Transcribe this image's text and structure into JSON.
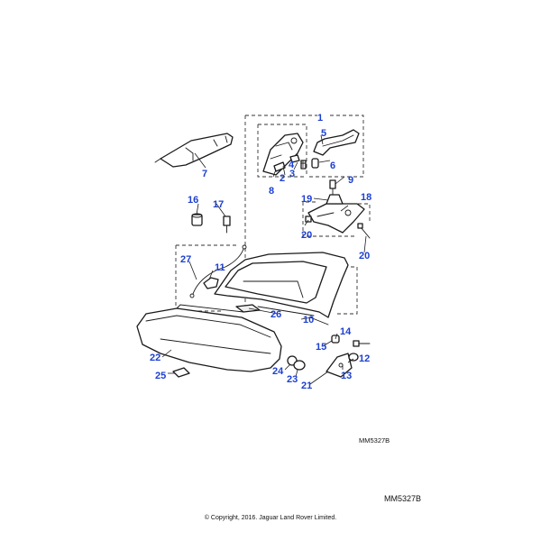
{
  "callouts": [
    "1",
    "2",
    "3",
    "4",
    "5",
    "6",
    "7",
    "8",
    "9",
    "10",
    "11",
    "12",
    "13",
    "14",
    "15",
    "16",
    "17",
    "18",
    "19",
    "20",
    "20",
    "21",
    "22",
    "23",
    "24",
    "25",
    "26",
    "27"
  ],
  "figure_ref_inner": "MM5327B",
  "figure_ref_outer": "MM5327B",
  "copyright": "© Copyright, 2016. Jaguar Land Rover Limited.",
  "colors": {
    "callout": "#1c3fd0",
    "line": "#1a1a1a"
  }
}
